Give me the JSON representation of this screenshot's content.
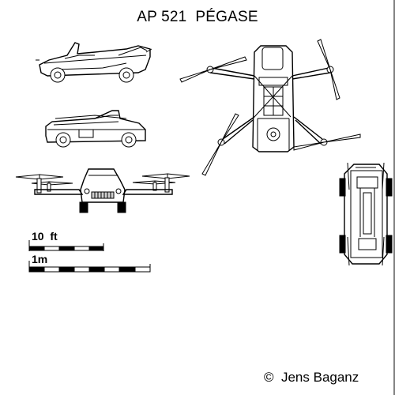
{
  "title": "AP 521  PÉGASE",
  "scale_imperial": {
    "label": "10  ft",
    "segments": 5
  },
  "scale_metric": {
    "label": "1m",
    "segments": 8
  },
  "credit": "©  Jens Baganz"
}
